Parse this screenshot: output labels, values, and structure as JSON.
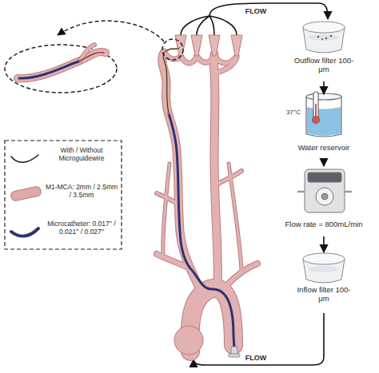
{
  "diagram": {
    "nodes": [
      {
        "text": [
          "Outflow filter 100-μm"
        ]
      },
      {
        "text": [
          "37°C",
          "Water reservoir"
        ]
      },
      {
        "text": [
          "Flow rate = 800mL/min"
        ]
      },
      {
        "text": [
          "Inflow filter 100-μm"
        ]
      }
    ],
    "edges": [
      {
        "from": 0,
        "to": 1,
        "arrow": "to"
      },
      {
        "from": 1,
        "to": 2,
        "arrow": "to"
      },
      {
        "from": 2,
        "to": 3,
        "arrow": "to"
      }
    ],
    "labels": [
      "FLOW",
      "FLOW"
    ],
    "legend": [
      {
        "text": "With / Without Microguidewire"
      },
      {
        "text": "M1-MCA: 2mm / 2.5mm / 3.5mm",
        "color": "#ddaaa8"
      },
      {
        "text": "Microcatheter: 0.017'' / 0.021'' / 0.027''"
      }
    ]
  }
}
